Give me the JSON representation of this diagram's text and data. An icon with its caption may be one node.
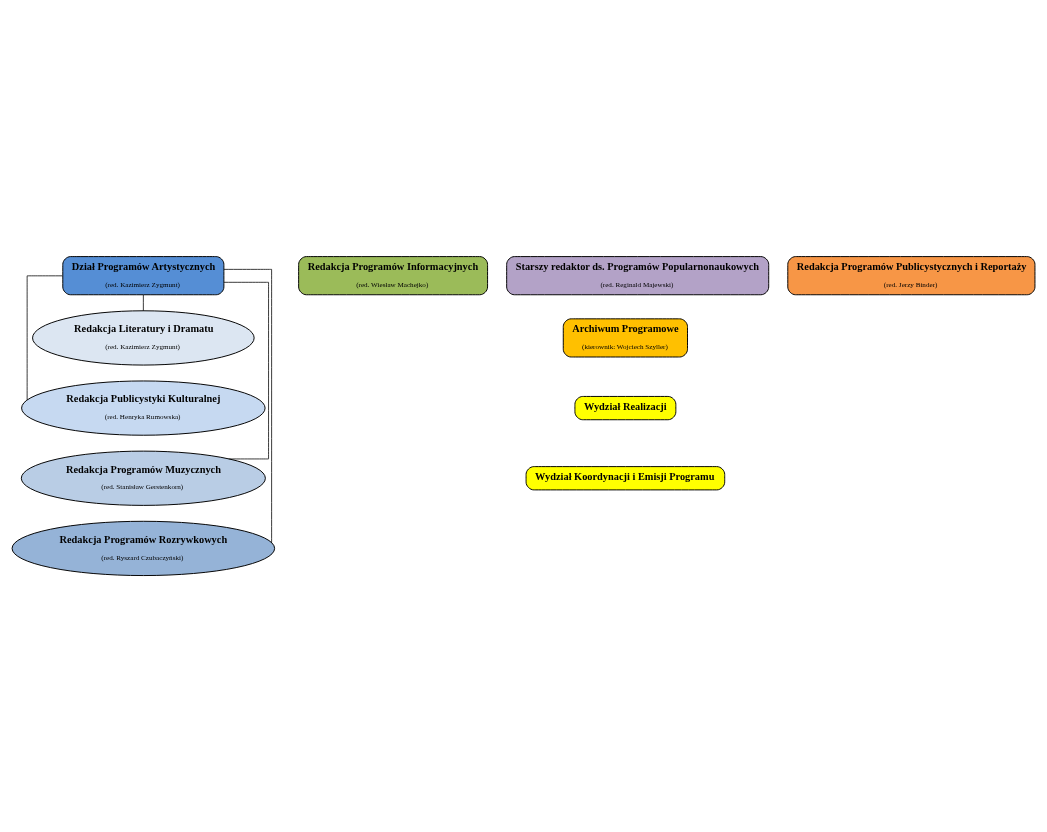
{
  "diagram": {
    "nodes": [
      {
        "text": [
          "Dział Programów Artystycznych",
          "(red. Kazimierz Zygmunt)"
        ]
      },
      {
        "text": [
          "Redakcja Programów Informacyjnych",
          "(red. Wiesław Machejko)"
        ]
      },
      {
        "text": [
          "Redakcja Programów Publicystycznych i Reportaży",
          "(red. Jerzy Binder)"
        ]
      },
      {
        "text": [
          "Starszy redaktor ds. Programów Popularnonaukowych",
          "(red. Reginald Majewski)"
        ]
      },
      {
        "text": [
          "Redakcja Literatury i Dramatu",
          "(red. Kazimierz Zygmunt)"
        ]
      },
      {
        "text": [
          "Redakcja Publicystyki Kulturalnej",
          "(red. Henryka Rumowska)"
        ]
      },
      {
        "text": [
          "Redakcja Programów Muzycznych",
          "(red. Stanisław Gerstenkorn)"
        ]
      },
      {
        "text": [
          "Redakcja Programów Rozrywkowych",
          "(red. Ryszard Czubaczyński)"
        ]
      },
      {
        "text": [
          "Archiwum Programowe",
          "(kierownik: Wojciech Szyller)"
        ]
      },
      {
        "text": [
          "Wydział Realizacji"
        ]
      },
      {
        "text": [
          "Wydział Koordynacji i Emisji Programu"
        ]
      }
    ],
    "edges": [
      {
        "from": 0,
        "to": 4,
        "arrow": "none"
      },
      {
        "from": 0,
        "to": 5,
        "arrow": "none"
      },
      {
        "from": 0,
        "to": 6,
        "arrow": "none"
      },
      {
        "from": 0,
        "to": 7,
        "arrow": "none"
      }
    ]
  }
}
